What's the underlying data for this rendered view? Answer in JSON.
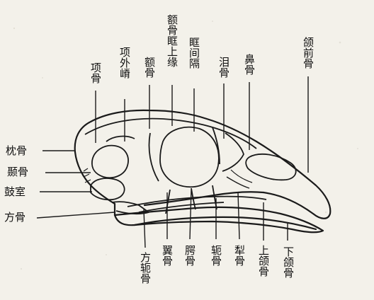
{
  "figure": {
    "labels": {
      "xiang_gu": "项骨",
      "xiang_wai_ji": "项外嵴",
      "e_gu": "额骨",
      "e_gu_kuang_shang_yuan": "额骨眶上缘",
      "kuang_jian_ge": "眶间隔",
      "lei_gu": "泪骨",
      "bi_gu": "鼻骨",
      "he_qian_gu": "颌前骨",
      "zhen_gu": "枕骨",
      "nie_gu": "颞骨",
      "gu_shi": "鼓室",
      "fang_gu": "方骨",
      "fang_e_gu": "方轭骨",
      "yi_gu": "翼骨",
      "e_gu_palatine": "腭骨",
      "e_gu_jugal": "轭骨",
      "li_gu": "犁骨",
      "shang_he_gu": "上颌骨",
      "xia_he_gu": "下颌骨"
    }
  }
}
